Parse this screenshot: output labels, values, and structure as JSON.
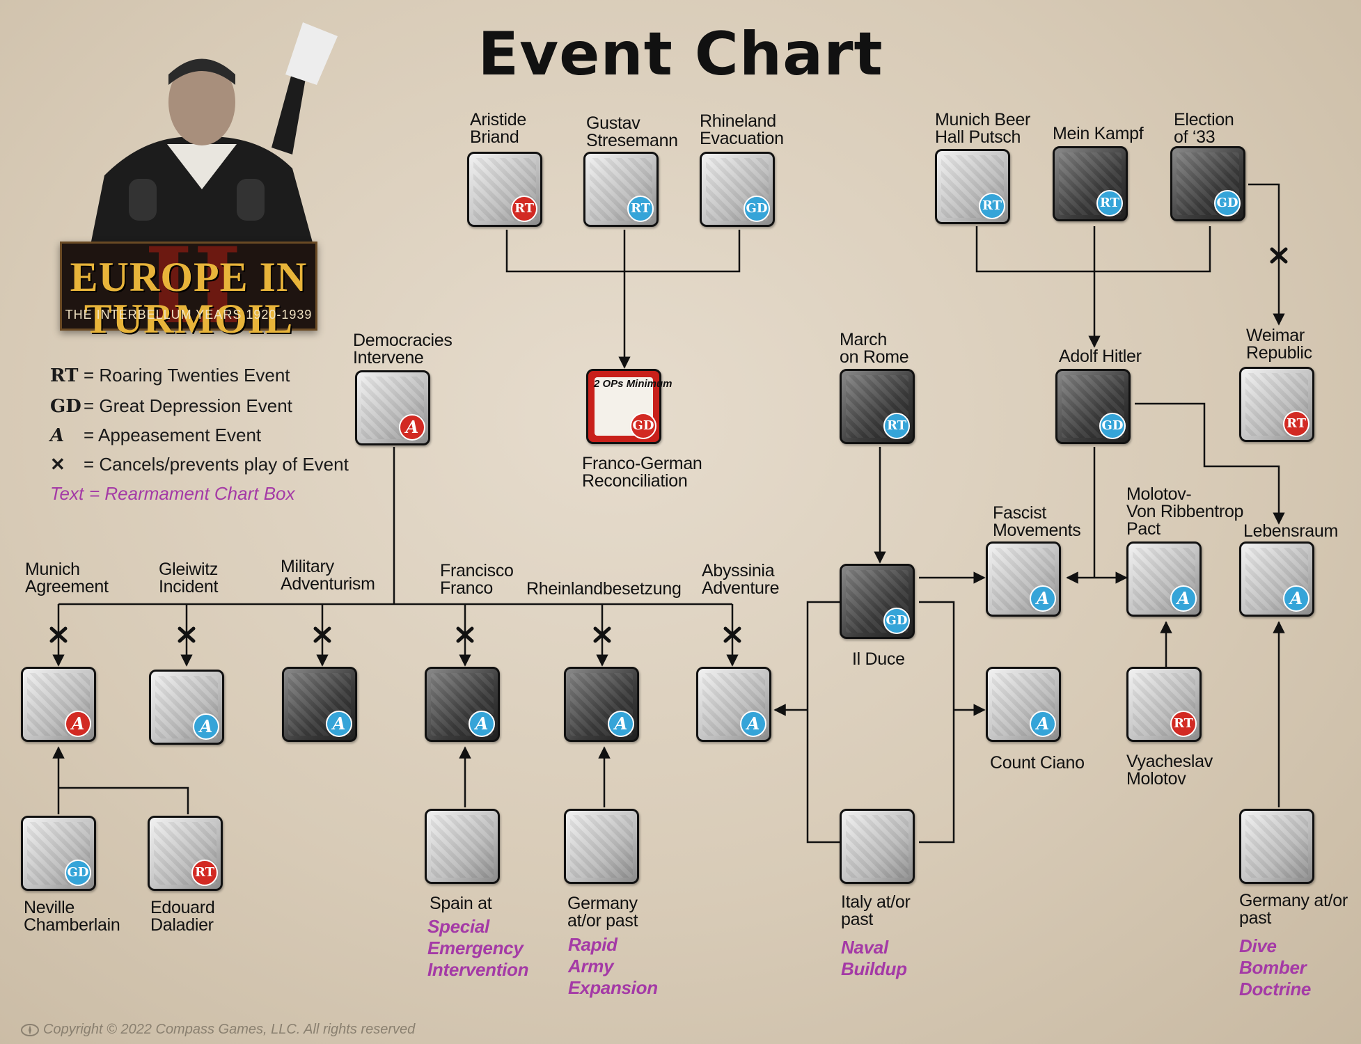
{
  "title": "Event Chart",
  "logo": {
    "name": "EUROPE IN TURMOIL",
    "numeral": "II",
    "subtitle": "THE INTERBELLUM YEARS 1920-1939"
  },
  "legend": [
    {
      "symbol": "RT",
      "text": "= Roaring Twenties Event"
    },
    {
      "symbol": "GD",
      "text": "= Great Depression Event"
    },
    {
      "symbol": "A",
      "text": "= Appeasement Event"
    },
    {
      "symbol": "✕",
      "text": "= Cancels/prevents play of Event"
    },
    {
      "symbol": "Text",
      "text": "= Rearmament Chart Box"
    }
  ],
  "cards": {
    "briand": {
      "label": "Aristide\nBriand",
      "badge": "RT"
    },
    "stresemann": {
      "label": "Gustav\nStresemann",
      "badge": "RT"
    },
    "rhineland_evac": {
      "label": "Rhineland\nEvacuation",
      "badge": "GD"
    },
    "franco_german": {
      "label": "Franco-German\nReconciliation",
      "badge": "GD",
      "box_text": "2 OPs Minimum"
    },
    "beer_hall": {
      "label": "Munich Beer\nHall Putsch",
      "badge": "RT"
    },
    "mein_kampf": {
      "label": "Mein Kampf",
      "badge": "RT"
    },
    "election33": {
      "label": "Election\nof ‘33",
      "badge": "GD"
    },
    "weimar": {
      "label": "Weimar\nRepublic",
      "badge": "RT"
    },
    "hitler": {
      "label": "Adolf Hitler",
      "badge": "GD"
    },
    "march_rome": {
      "label": "March\non Rome",
      "badge": "RT"
    },
    "democracies": {
      "label": "Democracies\nIntervene",
      "badge": "A"
    },
    "il_duce": {
      "label": "Il Duce",
      "badge": "GD"
    },
    "fascist": {
      "label": "Fascist\nMovements",
      "badge": "A"
    },
    "molotov_pact": {
      "label": "Molotov-\nVon Ribbentrop\nPact",
      "badge": "A"
    },
    "lebensraum": {
      "label": "Lebensraum",
      "badge": "A"
    },
    "munich": {
      "label": "Munich\nAgreement",
      "badge": "A"
    },
    "gleiwitz": {
      "label": "Gleiwitz\nIncident",
      "badge": "A"
    },
    "military": {
      "label": "Military\nAdventurism",
      "badge": "A"
    },
    "franco": {
      "label": "Francisco\nFranco",
      "badge": "A"
    },
    "rheinland": {
      "label": "Rheinlandbesetzung",
      "badge": "A"
    },
    "abyssinia": {
      "label": "Abyssinia\nAdventure",
      "badge": "A"
    },
    "ciano": {
      "label": "Count Ciano",
      "badge": "A"
    },
    "vmolotov": {
      "label": "Vyacheslav\nMolotov",
      "badge": "RT"
    },
    "chamberlain": {
      "label": "Neville\nChamberlain",
      "badge": "GD"
    },
    "daladier": {
      "label": "Edouard\nDaladier",
      "badge": "RT"
    },
    "spain": {
      "label": "Spain at",
      "rearm": "Special\nEmergency\nIntervention"
    },
    "germany_army": {
      "label": "Germany\nat/or past",
      "rearm": "Rapid\nArmy\nExpansion"
    },
    "italy": {
      "label": "Italy at/or\npast",
      "rearm": "Naval\nBuildup"
    },
    "germany_dive": {
      "label": "Germany at/or\npast",
      "rearm": "Dive\nBomber\nDoctrine"
    }
  },
  "copyright": "Copyright © 2022 Compass Games, LLC. All rights reserved",
  "colors": {
    "rt": "#d22a23",
    "gd": "#35a4d8",
    "rearmament": "#a43aa6"
  }
}
